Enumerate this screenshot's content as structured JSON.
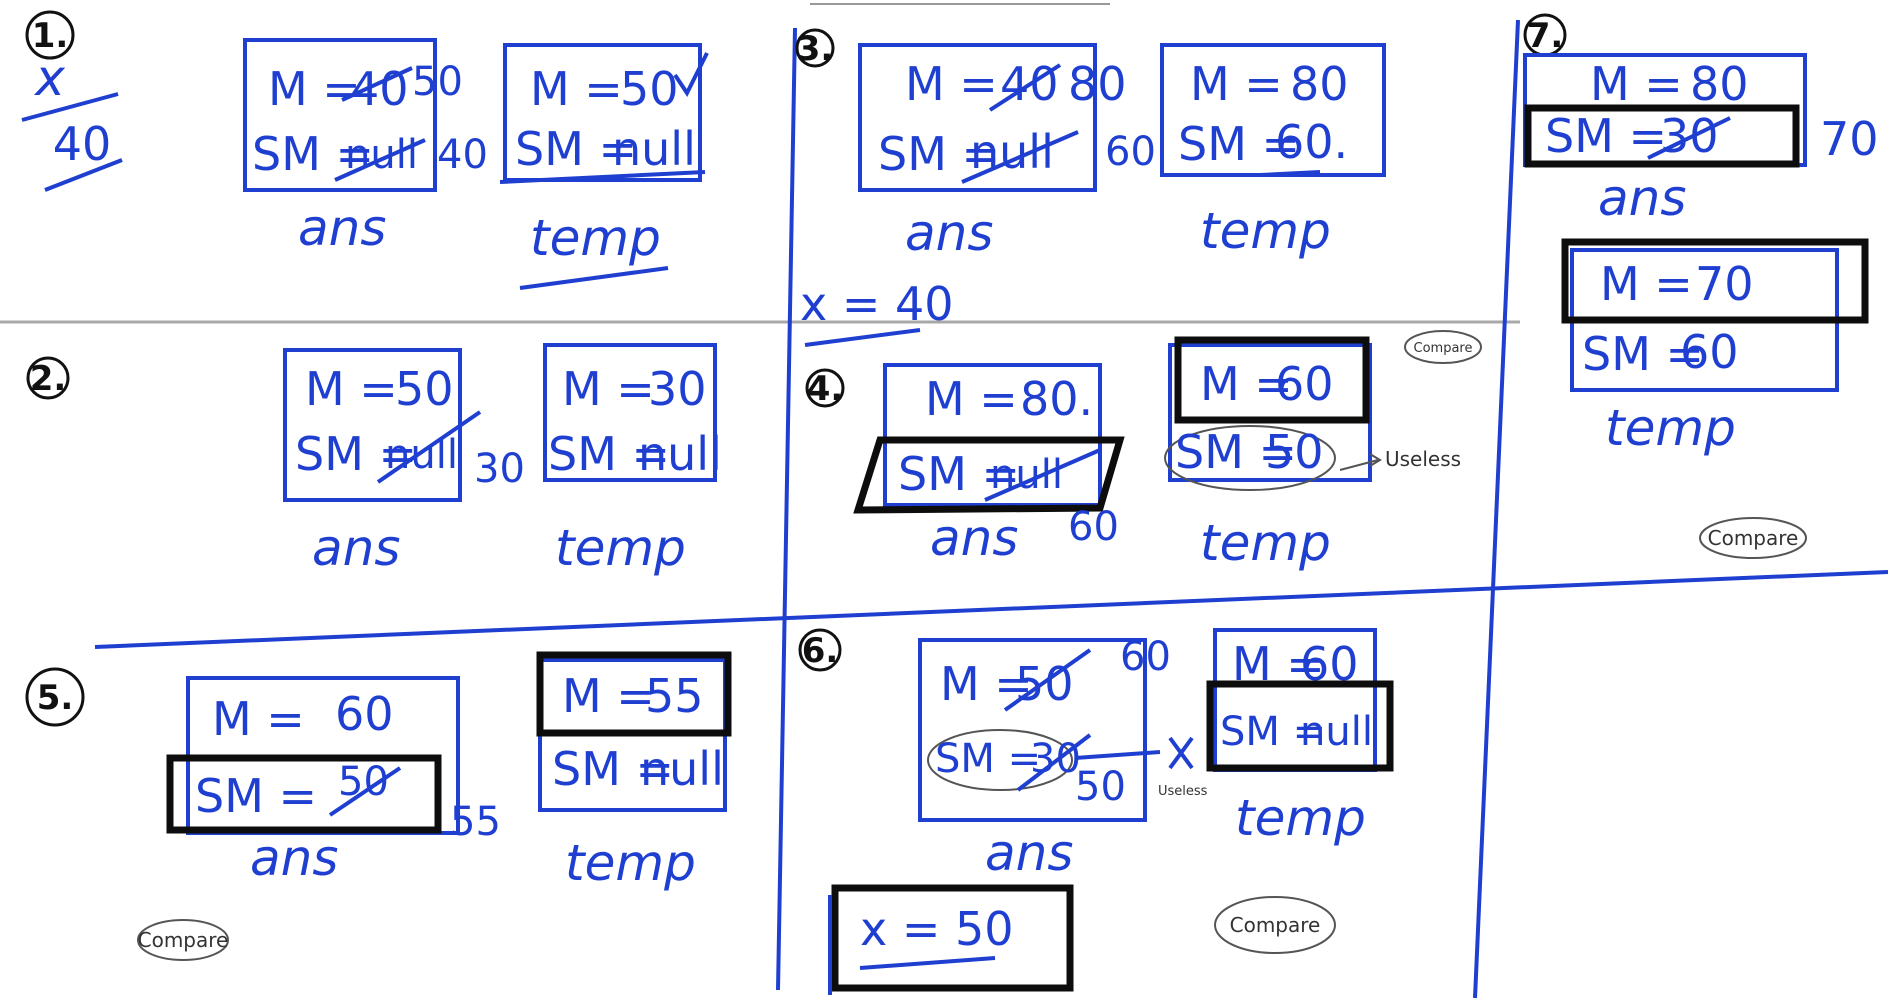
{
  "steps": {
    "s1": {
      "num": "1.",
      "x_sym": "x",
      "x_val": "40",
      "ans_m_old": "40",
      "ans_m_new": "50",
      "ans_sm_old": "null",
      "ans_sm_new": "40",
      "temp_m": "50",
      "temp_sm": "null"
    },
    "s2": {
      "num": "2.",
      "ans_m": "50",
      "ans_sm_old": "null",
      "ans_sm_new": "30",
      "temp_m": "30",
      "temp_sm": "null"
    },
    "s3": {
      "num": "3.",
      "ans_m_old": "40",
      "ans_m_new": "80",
      "ans_sm_old": "null",
      "ans_sm_new": "60",
      "temp_m": "80",
      "temp_sm": "60.",
      "x_eq": "x = 40"
    },
    "s4": {
      "num": "4.",
      "ans_m": "80.",
      "ans_sm": "null",
      "ans_side": "60",
      "temp_m": "60",
      "temp_sm": "50",
      "useless": "Useless",
      "compare": "Compare"
    },
    "s5": {
      "num": "5.",
      "ans_m": "60",
      "ans_sm_old": "50",
      "ans_sm_new": "55",
      "temp_m": "55",
      "temp_sm": "null",
      "compare": "Compare"
    },
    "s6": {
      "num": "6.",
      "ans_m_old": "50",
      "ans_m_new": "60",
      "ans_sm_old": "30",
      "ans_sm_new": "50",
      "temp_m": "60",
      "temp_sm": "null",
      "useless": "Useless",
      "compare": "Compare",
      "x_eq": "x = 50"
    },
    "s7": {
      "num": "7.",
      "ans_m": "80",
      "ans_sm_old": "30",
      "ans_sm_new": "70",
      "temp_m": "70",
      "temp_sm": "60",
      "compare": "Compare"
    }
  },
  "labels": {
    "ans": "ans",
    "temp": "temp",
    "m": "M =",
    "sm": "SM ="
  },
  "colors": {
    "ink": "#1f3fd1",
    "marker": "#0d0d0d",
    "background": "#ffffff"
  }
}
